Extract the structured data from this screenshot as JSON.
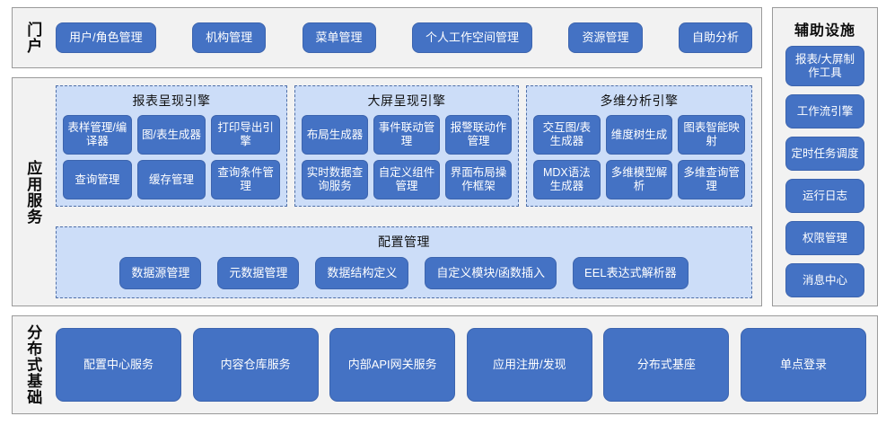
{
  "colors": {
    "button": "#4472C4",
    "panel_light_blue": "#CCDDF8",
    "section_background": "#F2F2F2",
    "section_border": "#9A9A9A",
    "dashed_border": "#4F6FA8"
  },
  "portal": {
    "label": "门户",
    "items": [
      {
        "label": "用户/角色管理"
      },
      {
        "label": "机构管理"
      },
      {
        "label": "菜单管理"
      },
      {
        "label": "个人工作空间管理"
      },
      {
        "label": "资源管理"
      },
      {
        "label": "自助分析"
      }
    ]
  },
  "aux": {
    "title": "辅助设施",
    "items": [
      {
        "label": "报表/大屏制作工具"
      },
      {
        "label": "工作流引擎"
      },
      {
        "label": "定时任务调度"
      },
      {
        "label": "运行日志"
      },
      {
        "label": "权限管理"
      },
      {
        "label": "消息中心"
      }
    ]
  },
  "app_services": {
    "label": "应用服务",
    "engines": [
      {
        "title": "报表呈现引擎",
        "items": [
          {
            "label": "表样管理/编译器"
          },
          {
            "label": "图/表生成器"
          },
          {
            "label": "打印导出引擎"
          },
          {
            "label": "查询管理"
          },
          {
            "label": "缓存管理"
          },
          {
            "label": "查询条件管理"
          }
        ]
      },
      {
        "title": "大屏呈现引擎",
        "items": [
          {
            "label": "布局生成器"
          },
          {
            "label": "事件联动管理"
          },
          {
            "label": "报警联动作管理"
          },
          {
            "label": "实时数据查询服务"
          },
          {
            "label": "自定义组件管理"
          },
          {
            "label": "界面布局操作框架"
          }
        ]
      },
      {
        "title": "多维分析引擎",
        "items": [
          {
            "label": "交互图/表生成器"
          },
          {
            "label": "维度树生成"
          },
          {
            "label": "图表智能映射"
          },
          {
            "label": "MDX语法生成器"
          },
          {
            "label": "多维模型解析"
          },
          {
            "label": "多维查询管理"
          }
        ]
      }
    ],
    "config": {
      "title": "配置管理",
      "items": [
        {
          "label": "数据源管理"
        },
        {
          "label": "元数据管理"
        },
        {
          "label": "数据结构定义"
        },
        {
          "label": "自定义模块/函数插入"
        },
        {
          "label": "EEL表达式解析器"
        }
      ]
    }
  },
  "distributed": {
    "label": "分布式基础",
    "items": [
      {
        "label": "配置中心服务"
      },
      {
        "label": "内容仓库服务"
      },
      {
        "label": "内部API网关服务"
      },
      {
        "label": "应用注册/发现"
      },
      {
        "label": "分布式基座"
      },
      {
        "label": "单点登录"
      }
    ]
  }
}
